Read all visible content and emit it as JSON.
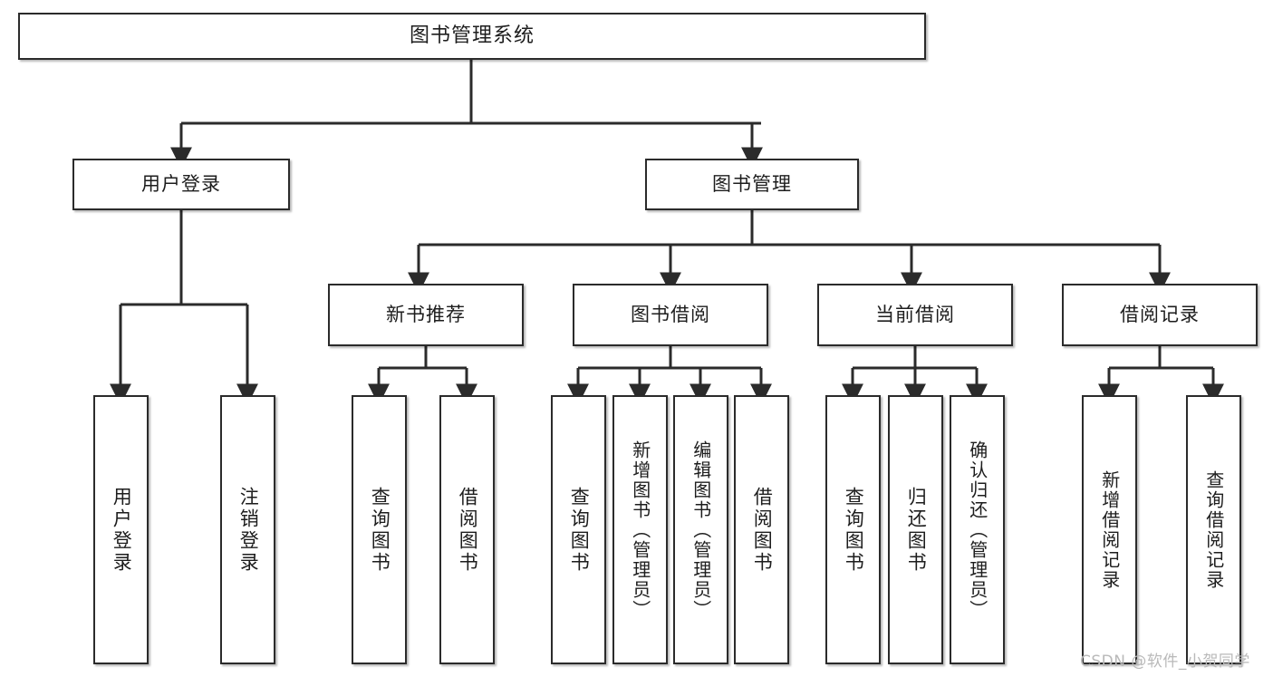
{
  "diagram": {
    "title": "图书管理系统",
    "type": "hierarchy-tree",
    "watermark": "CSDN @软件_小贺同学",
    "colors": {
      "box_border": "#2b2b2b",
      "box_fill": "#ffffff",
      "edge": "#2b2b2b",
      "text": "#1d1d1d",
      "watermark": "#b9b9b9",
      "background": "#ffffff"
    },
    "nodes": {
      "root": {
        "label": "图书管理系统"
      },
      "level2": [
        {
          "label": "用户登录"
        },
        {
          "label": "图书管理"
        }
      ],
      "level3": [
        {
          "label": "新书推荐"
        },
        {
          "label": "图书借阅"
        },
        {
          "label": "当前借阅"
        },
        {
          "label": "借阅记录"
        }
      ],
      "leaves": {
        "user_login": [
          {
            "label": "用户登录"
          },
          {
            "label": "注销登录"
          }
        ],
        "new_book_recommend": [
          {
            "label": "查询图书"
          },
          {
            "label": "借阅图书"
          }
        ],
        "book_borrow": [
          {
            "label": "查询图书"
          },
          {
            "label": "新增图书（管理员）"
          },
          {
            "label": "编辑图书（管理员）"
          },
          {
            "label": "借阅图书"
          }
        ],
        "current_borrow": [
          {
            "label": "查询图书"
          },
          {
            "label": "归还图书"
          },
          {
            "label": "确认归还（管理员）"
          }
        ],
        "borrow_record": [
          {
            "label": "新增借阅记录"
          },
          {
            "label": "查询借阅记录"
          }
        ]
      }
    }
  }
}
